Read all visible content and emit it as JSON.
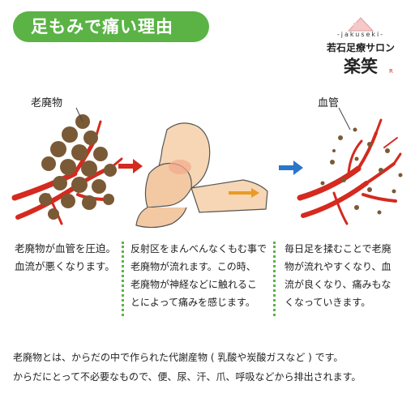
{
  "header": {
    "title": "足もみで痛い理由"
  },
  "logo": {
    "sub_text": "-jakuseki-",
    "salon_text": "若石足療サロン",
    "name": "楽笑",
    "mark": "R"
  },
  "labels": {
    "waste": "老廃物",
    "vessel": "血管"
  },
  "steps": [
    {
      "lines": [
        "老廃物が血管を圧迫。",
        "血流が悪くなります。"
      ]
    },
    {
      "lines": [
        "反射区をまんべんなくもむ事で",
        "老廃物が流れます。この時、",
        "老廃物が神経などに触れるこ",
        "とによって痛みを感じます。"
      ]
    },
    {
      "lines": [
        "毎日足を揉むことで老廃",
        "物が流れやすくなり、血",
        "流が良くなり、痛みもな",
        "くなっていきます。"
      ]
    }
  ],
  "footer": {
    "line1": "老廃物とは、からだの中で作られた代謝産物 ( 乳酸や炭酸ガスなど ) です。",
    "line2": "からだにとって不必要なもので、便、尿、汗、爪、呼吸などから排出されます。"
  },
  "colors": {
    "green": "#5bb346",
    "red": "#d42a1f",
    "brown": "#7a5a36",
    "blue": "#2a76c8",
    "orange": "#e99a25",
    "skin": "#f6d6b4"
  }
}
